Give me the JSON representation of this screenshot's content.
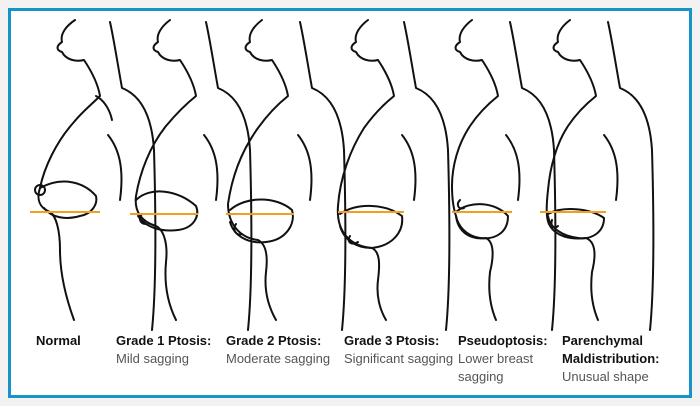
{
  "accent": "#1793c9",
  "line_color": "#f0a020",
  "figures": [
    {
      "title": "Normal",
      "desc": ""
    },
    {
      "title": "Grade 1 Ptosis:",
      "desc": "Mild sagging"
    },
    {
      "title": "Grade 2 Ptosis:",
      "desc": "Moderate sagging"
    },
    {
      "title": "Grade 3 Ptosis:",
      "desc": "Significant sagging"
    },
    {
      "title": "Pseudoptosis:",
      "desc": "Lower breast sagging"
    },
    {
      "title": "Parenchymal Maldistribution:",
      "desc": "Unusual shape"
    }
  ]
}
